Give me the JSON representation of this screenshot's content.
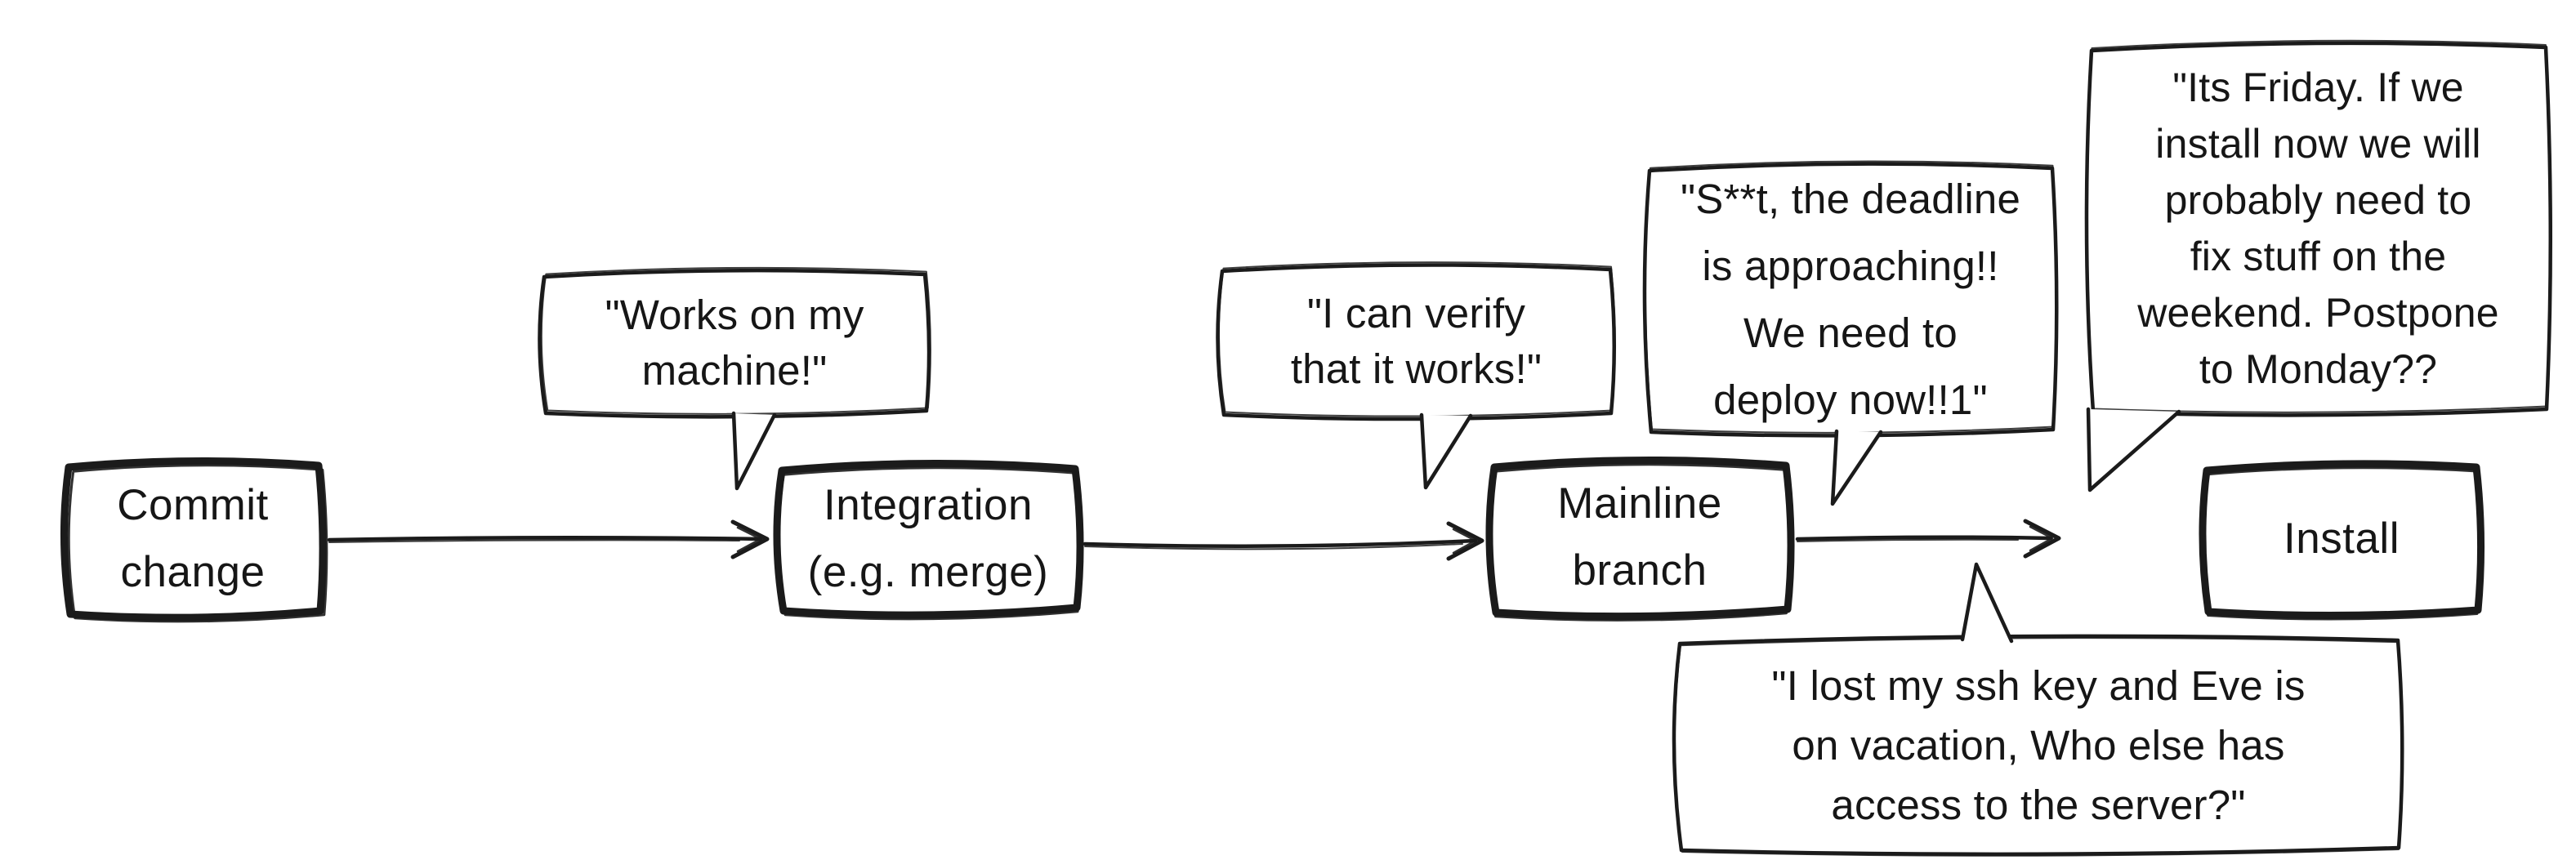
{
  "diagram": {
    "background": "#ffffff",
    "stroke_color": "#1b1b1b",
    "text_color": "#161616",
    "style": "hand-drawn sketch flowchart with speech bubbles",
    "nodes": [
      {
        "id": "commit",
        "label": "Commit\nchange"
      },
      {
        "id": "integration",
        "label": "Integration\n(e.g. merge)"
      },
      {
        "id": "mainline",
        "label": "Mainline\nbranch"
      },
      {
        "id": "install",
        "label": "Install"
      }
    ],
    "arrows": [
      {
        "from": "commit",
        "to": "integration"
      },
      {
        "from": "integration",
        "to": "mainline"
      },
      {
        "from": "mainline",
        "to": "install",
        "note": "arrowhead stops short of the Install box"
      }
    ],
    "speech_bubbles": [
      {
        "id": "works",
        "tail": "down",
        "text": "\"Works on my\nmachine!\""
      },
      {
        "id": "verify",
        "tail": "down",
        "text": "\"I can verify\nthat it works!\""
      },
      {
        "id": "deadline",
        "tail": "down",
        "text": "\"S**t, the deadline\nis approaching!!\nWe need to\ndeploy now!!1\""
      },
      {
        "id": "friday",
        "tail": "down",
        "text": "\"Its Friday. If we\ninstall now we will\nprobably need to\nfix stuff on the\nweekend. Postpone\nto Monday??"
      },
      {
        "id": "ssh",
        "tail": "up",
        "text": "\"I lost my ssh key and Eve is\non vacation, Who else has\naccess to the server?\""
      }
    ]
  }
}
